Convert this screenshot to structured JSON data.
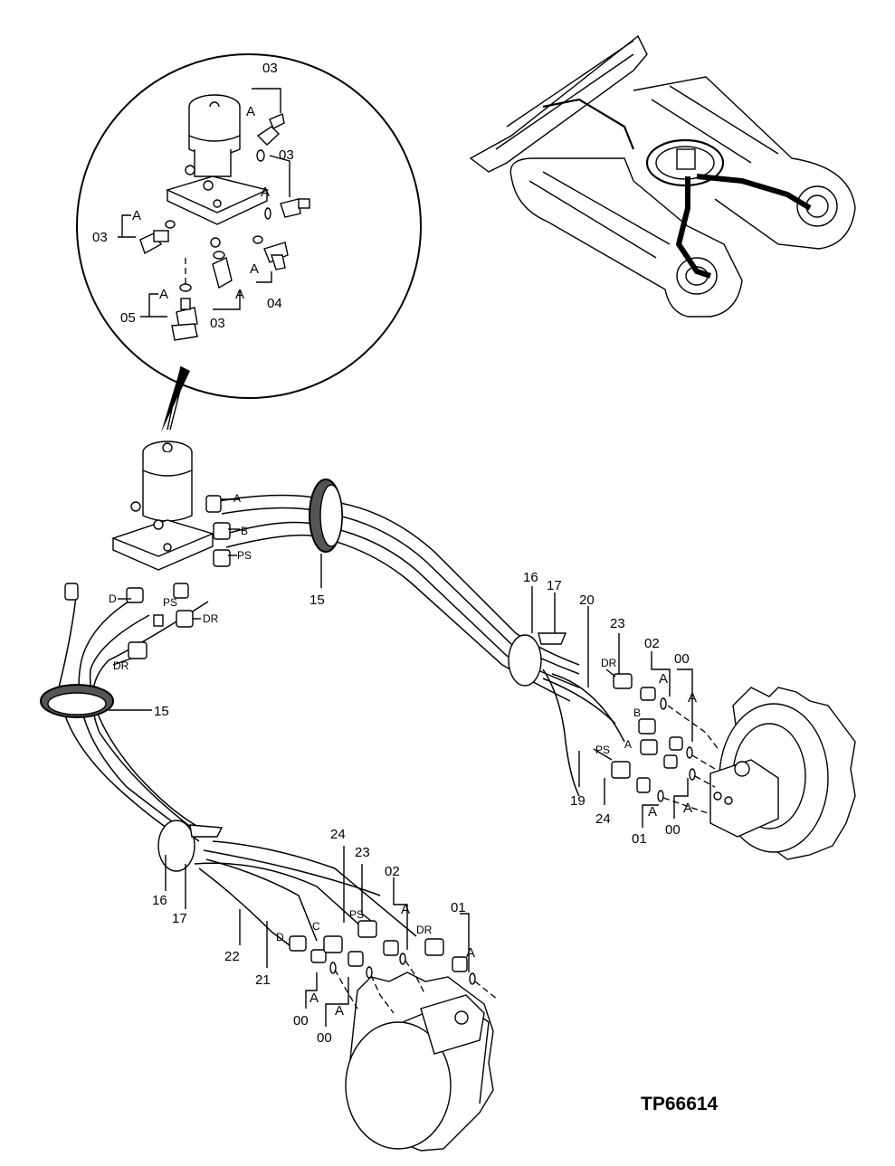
{
  "figure_id": "TP66614",
  "callouts": {
    "n00": "00",
    "n01": "01",
    "n02": "02",
    "n03": "03",
    "n04": "04",
    "n05": "05",
    "n15": "15",
    "n16": "16",
    "n17": "17",
    "n19": "19",
    "n20": "20",
    "n21": "21",
    "n22": "22",
    "n23": "23",
    "n24": "24"
  },
  "port_labels": {
    "a": "A",
    "b": "B",
    "c": "C",
    "d": "D",
    "ps": "PS",
    "dr": "DR"
  }
}
